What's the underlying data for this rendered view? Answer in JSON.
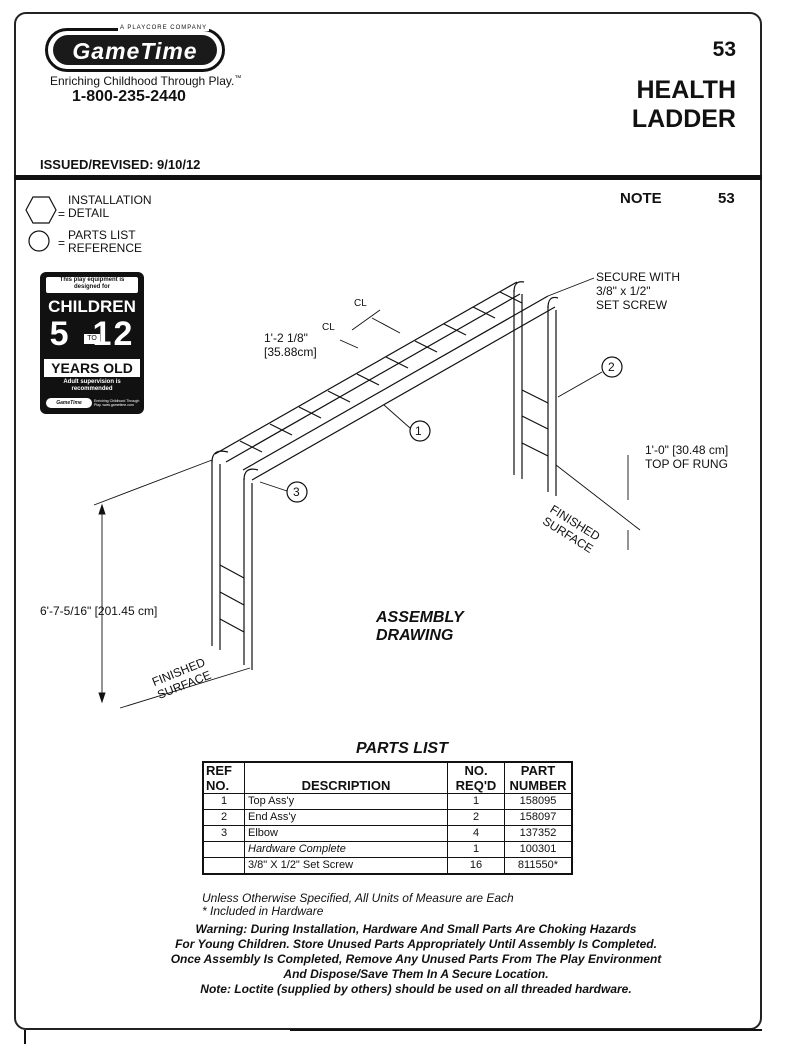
{
  "logo": {
    "brand": "GameTime",
    "company_note": "A PLAYCORE COMPANY",
    "tagline": "Enriching Childhood Through Play.",
    "tm": "™",
    "phone": "1-800-235-2440"
  },
  "header": {
    "sheet_number": "53",
    "title_line1": "HEALTH",
    "title_line2": "LADDER",
    "issued": "ISSUED/REVISED:  9/10/12"
  },
  "note": {
    "label": "NOTE",
    "number": "53"
  },
  "legend": {
    "hex_label_line1": "INSTALLATION",
    "hex_label_line2": "DETAIL",
    "circle_label_line1": "PARTS LIST",
    "circle_label_line2": "REFERENCE",
    "equals": "="
  },
  "age_badge": {
    "top": "This play equipment is designed for",
    "children": "CHILDREN",
    "from": "5",
    "to_word": "TO",
    "to": "12",
    "years": "YEARS OLD",
    "adult": "Adult supervision is recommended",
    "logo": "GameTime",
    "fine": "Enriching Childhood Through Play. www.gametime.com"
  },
  "drawing": {
    "secure_line1": "SECURE WITH",
    "secure_line2": "3/8\" x 1/2\"",
    "secure_line3": "SET SCREW",
    "spacing_line1": "1'-2 1/8\"",
    "spacing_line2": "[35.88cm]",
    "centerline": "CL",
    "rung_line1": "1'-0\" [30.48 cm]",
    "rung_line2": "TOP OF RUNG",
    "height": "6'-7-5/16\" [201.45 cm]",
    "finished_line1": "FINISHED",
    "finished_line2": "SURFACE",
    "callout_1": "1",
    "callout_2": "2",
    "callout_3": "3",
    "assembly_line1": "ASSEMBLY",
    "assembly_line2": "DRAWING"
  },
  "parts_list": {
    "title": "PARTS LIST",
    "headers": {
      "ref_line1": "REF",
      "ref_line2": "NO.",
      "description": "DESCRIPTION",
      "req_line1": "NO.",
      "req_line2": "REQ'D",
      "part_line1": "PART",
      "part_line2": "NUMBER"
    },
    "rows": [
      {
        "ref": "1",
        "description": "Top Ass'y",
        "qty": "1",
        "part": "158095"
      },
      {
        "ref": "2",
        "description": "End Ass'y",
        "qty": "2",
        "part": "158097"
      },
      {
        "ref": "3",
        "description": "Elbow",
        "qty": "4",
        "part": "137352"
      },
      {
        "ref": "",
        "description": "Hardware Complete",
        "qty": "1",
        "part": "100301"
      },
      {
        "ref": "",
        "description": "3/8\" X 1/2\" Set Screw",
        "qty": "16",
        "part": "811550*"
      }
    ]
  },
  "footnotes": {
    "line1": "Unless Otherwise Specified, All Units of Measure are Each",
    "line2": "* Included in Hardware"
  },
  "warning": {
    "line1": "Warning: During Installation, Hardware And Small Parts Are Choking Hazards",
    "line2": "For Young Children. Store Unused Parts Appropriately Until Assembly Is Completed.",
    "line3": "Once Assembly Is Completed, Remove Any Unused Parts From The Play Environment",
    "line4": "And Dispose/Save Them In A Secure Location.",
    "line5": "Note: Loctite (supplied by others) should be used on all threaded hardware."
  }
}
